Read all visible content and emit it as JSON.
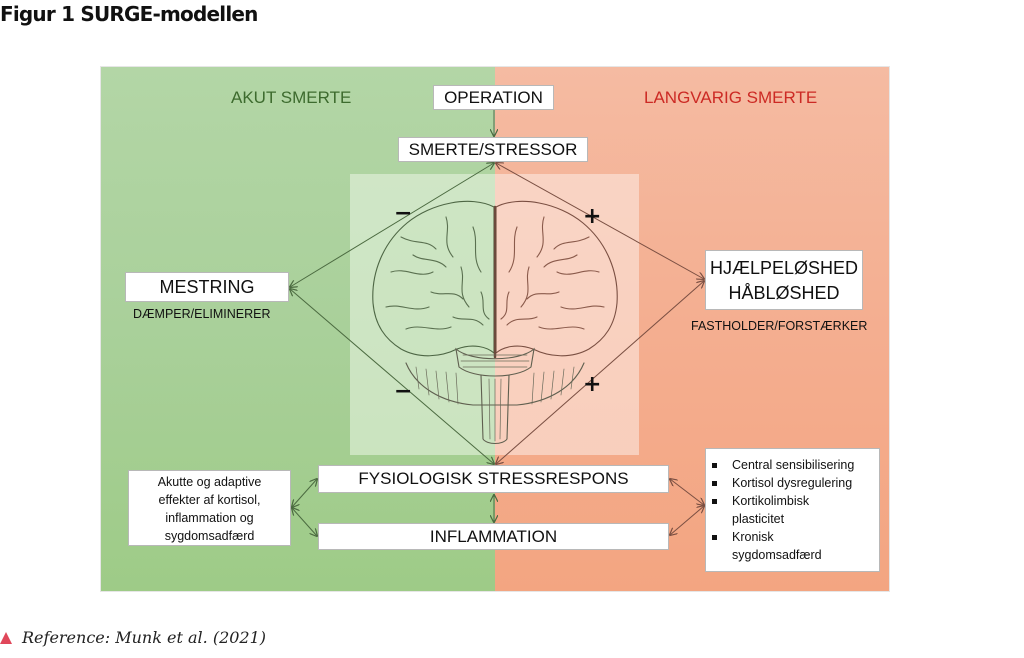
{
  "figure": {
    "title": "Figur 1 SURGE-modellen",
    "colors": {
      "acute_bg": "#a9d09a",
      "chronic_bg": "#f4ae90",
      "acute_heading": "#3d6b2e",
      "chronic_heading": "#cc2a24",
      "footer_icon": "#e0475a"
    },
    "headings": {
      "acute": "AKUT SMERTE",
      "chronic": "LANGVARIG SMERTE"
    },
    "boxes": {
      "operation": "OPERATION",
      "stressor": "SMERTE/STRESSOR",
      "mestring": "MESTRING",
      "mestring_sub": "DÆMPER/ELIMINERER",
      "hjaelpeloshed_line1": "HJÆLPELØSHED",
      "hjaelpeloshed_line2": "HÅBLØSHED",
      "hjaelpeloshed_sub": "FASTHOLDER/FORSTÆRKER",
      "fysiologisk": "FYSIOLOGISK STRESSRESPONS",
      "inflammation": "INFLAMMATION",
      "akutte_lines": [
        "Akutte og adaptive",
        "effekter af kortisol,",
        "inflammation og",
        "sygdomsadfærd"
      ],
      "chronic_list": [
        {
          "line1": "Central sensibilisering",
          "line2": ""
        },
        {
          "line1": "Kortisol dysregulering",
          "line2": ""
        },
        {
          "line1": "Kortikolimbisk",
          "line2": "plasticitet"
        },
        {
          "line1": "Kronisk",
          "line2": "sygdomsadfærd"
        }
      ]
    },
    "signs": {
      "upper_left": "−",
      "lower_left": "−",
      "upper_right": "+",
      "lower_right": "+"
    },
    "center_image": "brain-illustration"
  },
  "footer": {
    "icon": "triangle-icon",
    "reference": "Reference: Munk et al. (2021)"
  }
}
